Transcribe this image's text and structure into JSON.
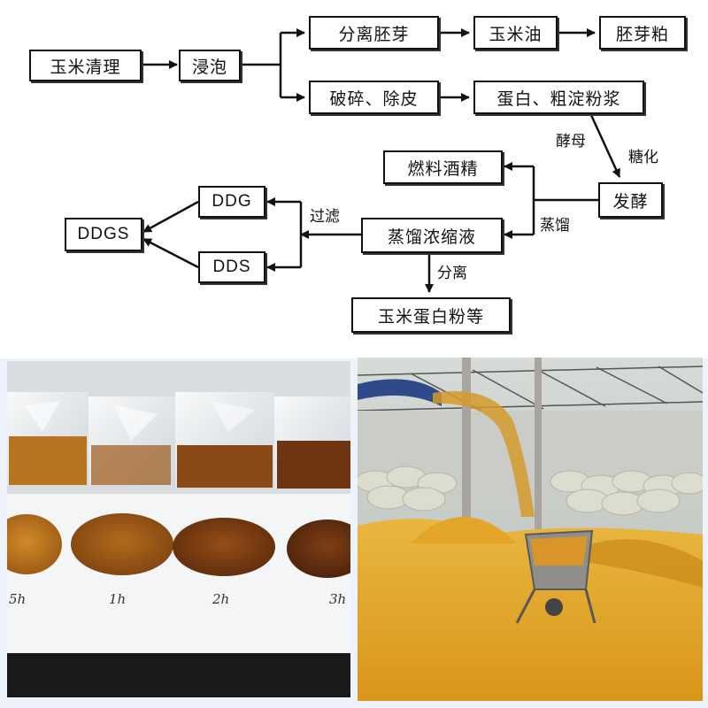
{
  "flow": {
    "nodes": {
      "cleaning": "玉米清理",
      "soaking": "浸泡",
      "germ_separation": "分离胚芽",
      "corn_oil": "玉米油",
      "germ_meal": "胚芽粕",
      "crush_peel": "破碎、除皮",
      "protein_starch": "蛋白、粗淀粉浆",
      "fuel_ethanol": "燃料酒精",
      "fermentation": "发酵",
      "concentrate": "蒸馏浓缩液",
      "ddg": "DDG",
      "dds": "DDS",
      "ddgs": "DDGS",
      "protein_powder": "玉米蛋白粉等"
    },
    "labels": {
      "yeast": "酵母",
      "saccharify": "糖化",
      "distill": "蒸馏",
      "filter": "过滤",
      "separate": "分离"
    }
  },
  "photos": {
    "samples": {
      "time_labels": [
        "5h",
        "1h",
        "2h",
        "3h"
      ]
    },
    "warehouse": {}
  }
}
